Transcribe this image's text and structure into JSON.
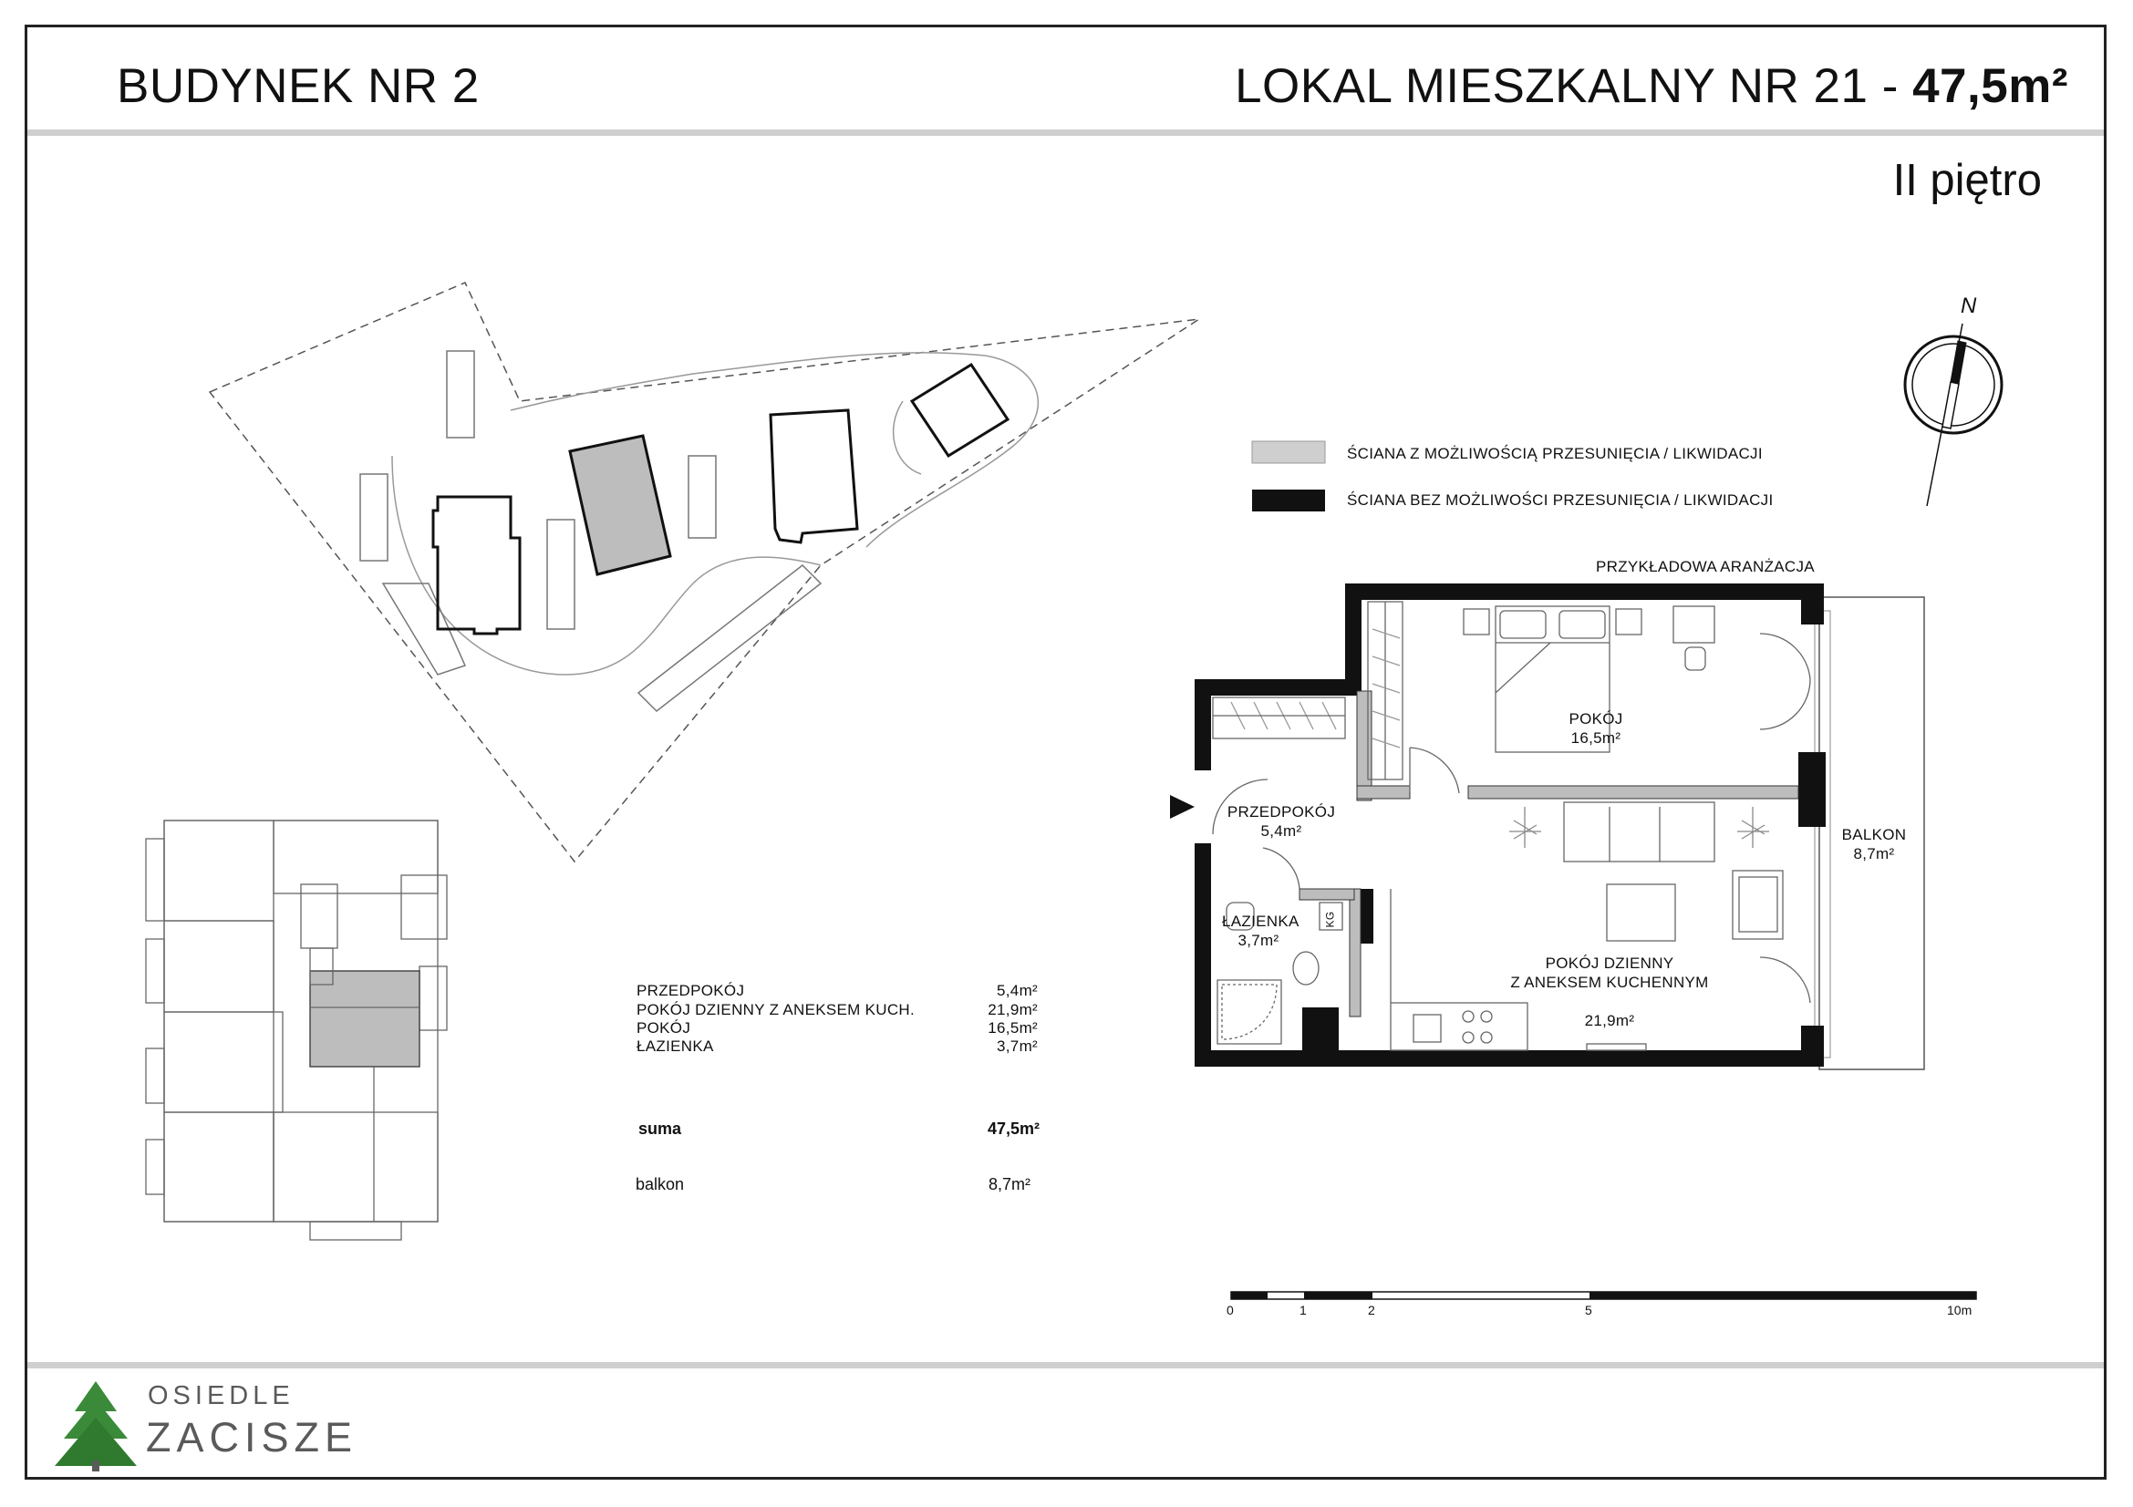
{
  "header": {
    "building": "BUDYNEK NR 2",
    "unit_prefix": "LOKAL MIESZKALNY NR 21 - ",
    "unit_area": "47,5m²",
    "floor": "II piętro"
  },
  "compass": {
    "north_label": "N"
  },
  "legend": [
    {
      "label": "ŚCIANA Z MOŻLIWOŚCIĄ PRZESUNIĘCIA / LIKWIDACJI",
      "color": "#cfcfcf"
    },
    {
      "label": "ŚCIANA BEZ MOŻLIWOŚCI PRZESUNIĘCIA / LIKWIDACJI",
      "color": "#111111"
    }
  ],
  "plan": {
    "caption": "PRZYKŁADOWA ARANŻACJA",
    "rooms": [
      {
        "name": "POKÓJ",
        "area": "16,5m²"
      },
      {
        "name": "PRZEDPOKÓJ",
        "area": "5,4m²"
      },
      {
        "name": "ŁAZIENKA",
        "area": "3,7m²"
      },
      {
        "name": "POKÓJ DZIENNY\nZ ANEKSEM KUCHENNYM",
        "area": "21,9m²"
      },
      {
        "name": "BALKON",
        "area": "8,7m²"
      }
    ],
    "kg_label": "KG"
  },
  "area_table": {
    "rows": [
      {
        "name": "PRZEDPOKÓJ",
        "area": "5,4m²"
      },
      {
        "name": "POKÓJ DZIENNY Z ANEKSEM KUCH.",
        "area": "21,9m²"
      },
      {
        "name": "POKÓJ",
        "area": "16,5m²"
      },
      {
        "name": "ŁAZIENKA",
        "area": "3,7m²"
      }
    ],
    "sum_label": "suma",
    "sum_value": "47,5m²",
    "balcony_label": "balkon",
    "balcony_value": "8,7m²"
  },
  "scale": {
    "ticks": [
      "0",
      "1",
      "2",
      "5",
      "10m"
    ]
  },
  "logo": {
    "line1": "OSIEDLE",
    "line2": "ZACISZE",
    "color": "#3a8a3a"
  }
}
